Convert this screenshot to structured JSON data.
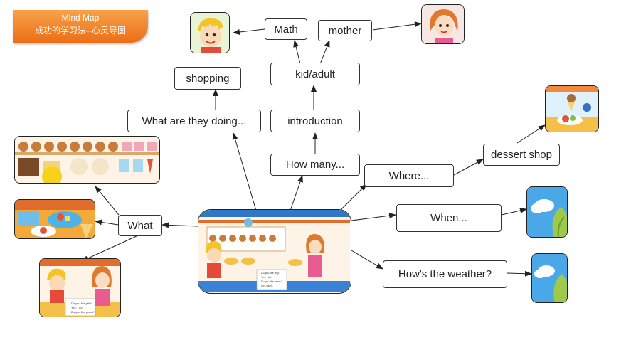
{
  "header": {
    "title_en": "Mind Map",
    "title_cn": "成功的学习法--心灵导图",
    "color": "#ec6e17"
  },
  "nodes": {
    "math": "Math",
    "mother": "mother",
    "kid_adult": "kid/adult",
    "shopping": "shopping",
    "what_doing": "What are they doing...",
    "introduction": "introduction",
    "how_many": "How many...",
    "where": "Where...",
    "dessert_shop": "dessert shop",
    "when": "When...",
    "weather": "How's the weather?",
    "what": "What"
  },
  "dialogue": {
    "line1": "Do you like jelly?",
    "line2": "Yes, I do.",
    "line3": "Do you like pears?",
    "line4": "No, I don't."
  },
  "icons": [
    "boy-portrait",
    "mother-portrait",
    "dessert-picture",
    "cloud-sky-picture",
    "food-shelf-picture",
    "table-picture",
    "shop-scene-picture"
  ]
}
